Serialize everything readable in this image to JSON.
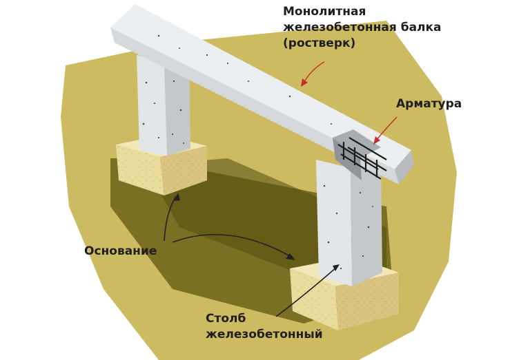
{
  "labels": {
    "beam": {
      "line1": "Монолитная",
      "line2": "железобетонная балка",
      "line3": "(ростверк)"
    },
    "rebar": "Арматура",
    "base": "Основание",
    "pillar": {
      "line1": "Столб",
      "line2": "железобетонный"
    }
  },
  "colors": {
    "ground": "#cdbb62",
    "ground_shadow": "#585012",
    "concrete": "#e3e6e8",
    "concrete_dark": "#c4c8cb",
    "sand": "#eadc9c",
    "leader_arrow": "#c2302d",
    "base_arrow": "#222222"
  }
}
